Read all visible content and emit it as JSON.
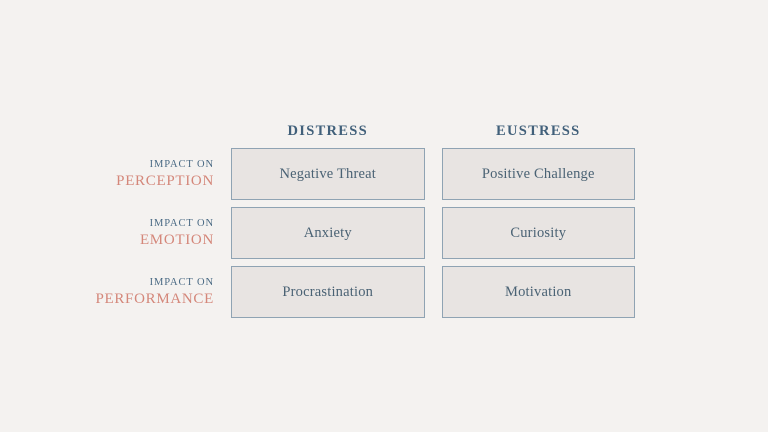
{
  "diagram": {
    "columns": [
      {
        "id": "distress",
        "label": "DISTRESS"
      },
      {
        "id": "eustress",
        "label": "EUSTRESS"
      }
    ],
    "rows": [
      {
        "id": "perception",
        "label_prefix": "IMPACT ON",
        "label_key": "PERCEPTION",
        "cells": [
          "Negative Threat",
          "Positive Challenge"
        ]
      },
      {
        "id": "emotion",
        "label_prefix": "IMPACT ON",
        "label_key": "EMOTION",
        "cells": [
          "Anxiety",
          "Curiosity"
        ]
      },
      {
        "id": "performance",
        "label_prefix": "IMPACT ON",
        "label_key": "PERFORMANCE",
        "cells": [
          "Procrastination",
          "Motivation"
        ]
      }
    ],
    "colors": {
      "background": "#f4f2f0",
      "cell_fill": "#e8e4e2",
      "cell_border": "#8fa3b3",
      "header_text": "#41607a",
      "label_prefix_text": "#4a6a84",
      "label_key_text": "#d4877a",
      "cell_text": "#4a6274"
    }
  }
}
